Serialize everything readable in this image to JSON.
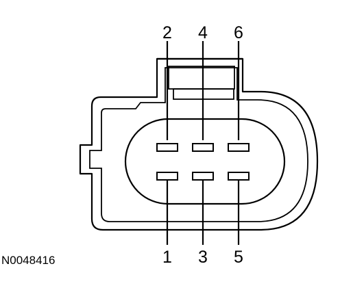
{
  "figure_id": "N0048416",
  "pins": {
    "top": [
      "2",
      "4",
      "6"
    ],
    "bottom": [
      "1",
      "3",
      "5"
    ]
  }
}
